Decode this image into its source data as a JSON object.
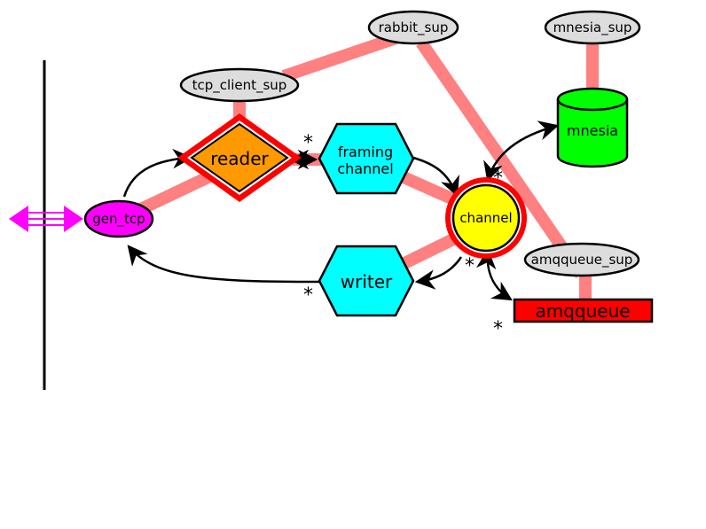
{
  "nodes": {
    "rabbit_sup": {
      "label": "rabbit_sup",
      "fill": "#dddddd"
    },
    "mnesia_sup": {
      "label": "mnesia_sup",
      "fill": "#dddddd"
    },
    "tcp_client_sup": {
      "label": "tcp_client_sup",
      "fill": "#dddddd"
    },
    "reader": {
      "label": "reader",
      "fill": "#ff9900",
      "border": "#ff0000"
    },
    "framing_channel": {
      "line1": "framing",
      "line2": "channel",
      "fill": "#00ffff"
    },
    "mnesia": {
      "label": "mnesia",
      "fill": "#00ff00"
    },
    "gen_tcp": {
      "label": "gen_tcp",
      "fill": "#ff00ff"
    },
    "channel": {
      "label": "channel",
      "fill": "#ffff00",
      "border": "#ff0000"
    },
    "writer": {
      "label": "writer",
      "fill": "#00ffff"
    },
    "amqqueue_sup": {
      "label": "amqqueue_sup",
      "fill": "#dddddd"
    },
    "amqqueue": {
      "label": "amqqueue",
      "fill": "#ff0000"
    }
  },
  "multiplicity": {
    "reader_to_framing": "*",
    "mnesia_channel": "*",
    "channel_writer": "*",
    "writer_gen_tcp": "*",
    "amqqueue": "*"
  },
  "colors": {
    "supervision_link": "#ff8080",
    "external_io": "#ff00ff"
  }
}
